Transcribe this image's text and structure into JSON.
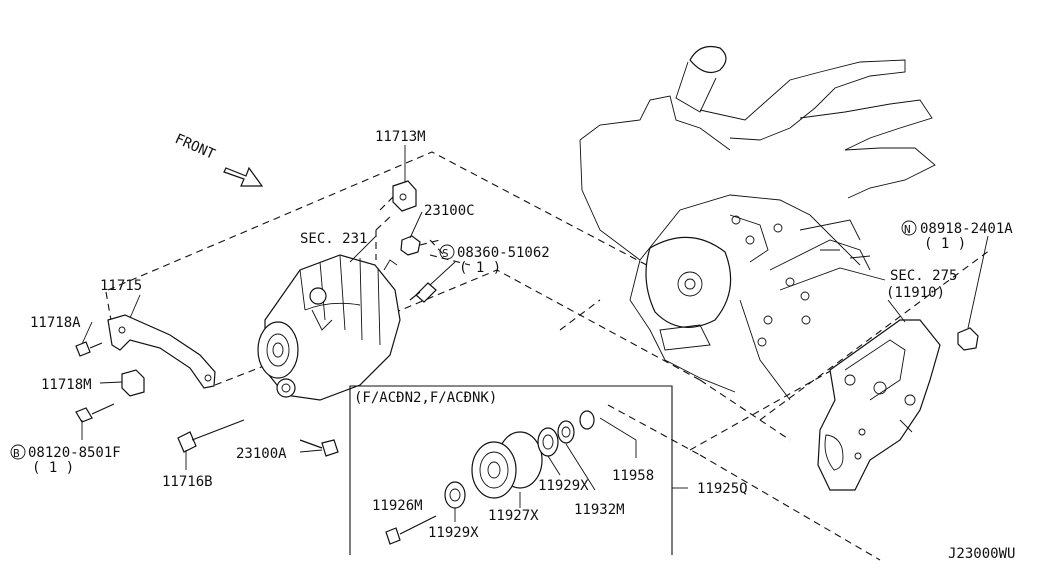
{
  "diagram": {
    "front_label": "FRONT",
    "inset_title": "(F/ACĐN2,F/ACĐNK)",
    "code": "J23000WU",
    "labels": {
      "p11713M": "11713M",
      "p23100C": "23100C",
      "sec231": "SEC. 231",
      "s08360": "08360-51062",
      "s08360_qty": "( 1 )",
      "p11715": "11715",
      "p11718A": "11718A",
      "p11718M": "11718M",
      "b08120": "08120-8501F",
      "b08120_qty": "( 1 )",
      "p11716B": "11716B",
      "p23100A": "23100A",
      "n08918": "08918-2401A",
      "n08918_qty": "( 1 )",
      "sec275": "SEC. 275",
      "p11910": "(11910)",
      "p11958": "11958",
      "p11929X_a": "11929X",
      "p11932M": "11932M",
      "p11925Q": "11925Q",
      "p11927X": "11927X",
      "p11926M": "11926M",
      "p11929X_b": "11929X"
    },
    "circle_letters": {
      "s": "S",
      "b": "B",
      "n": "N"
    }
  }
}
